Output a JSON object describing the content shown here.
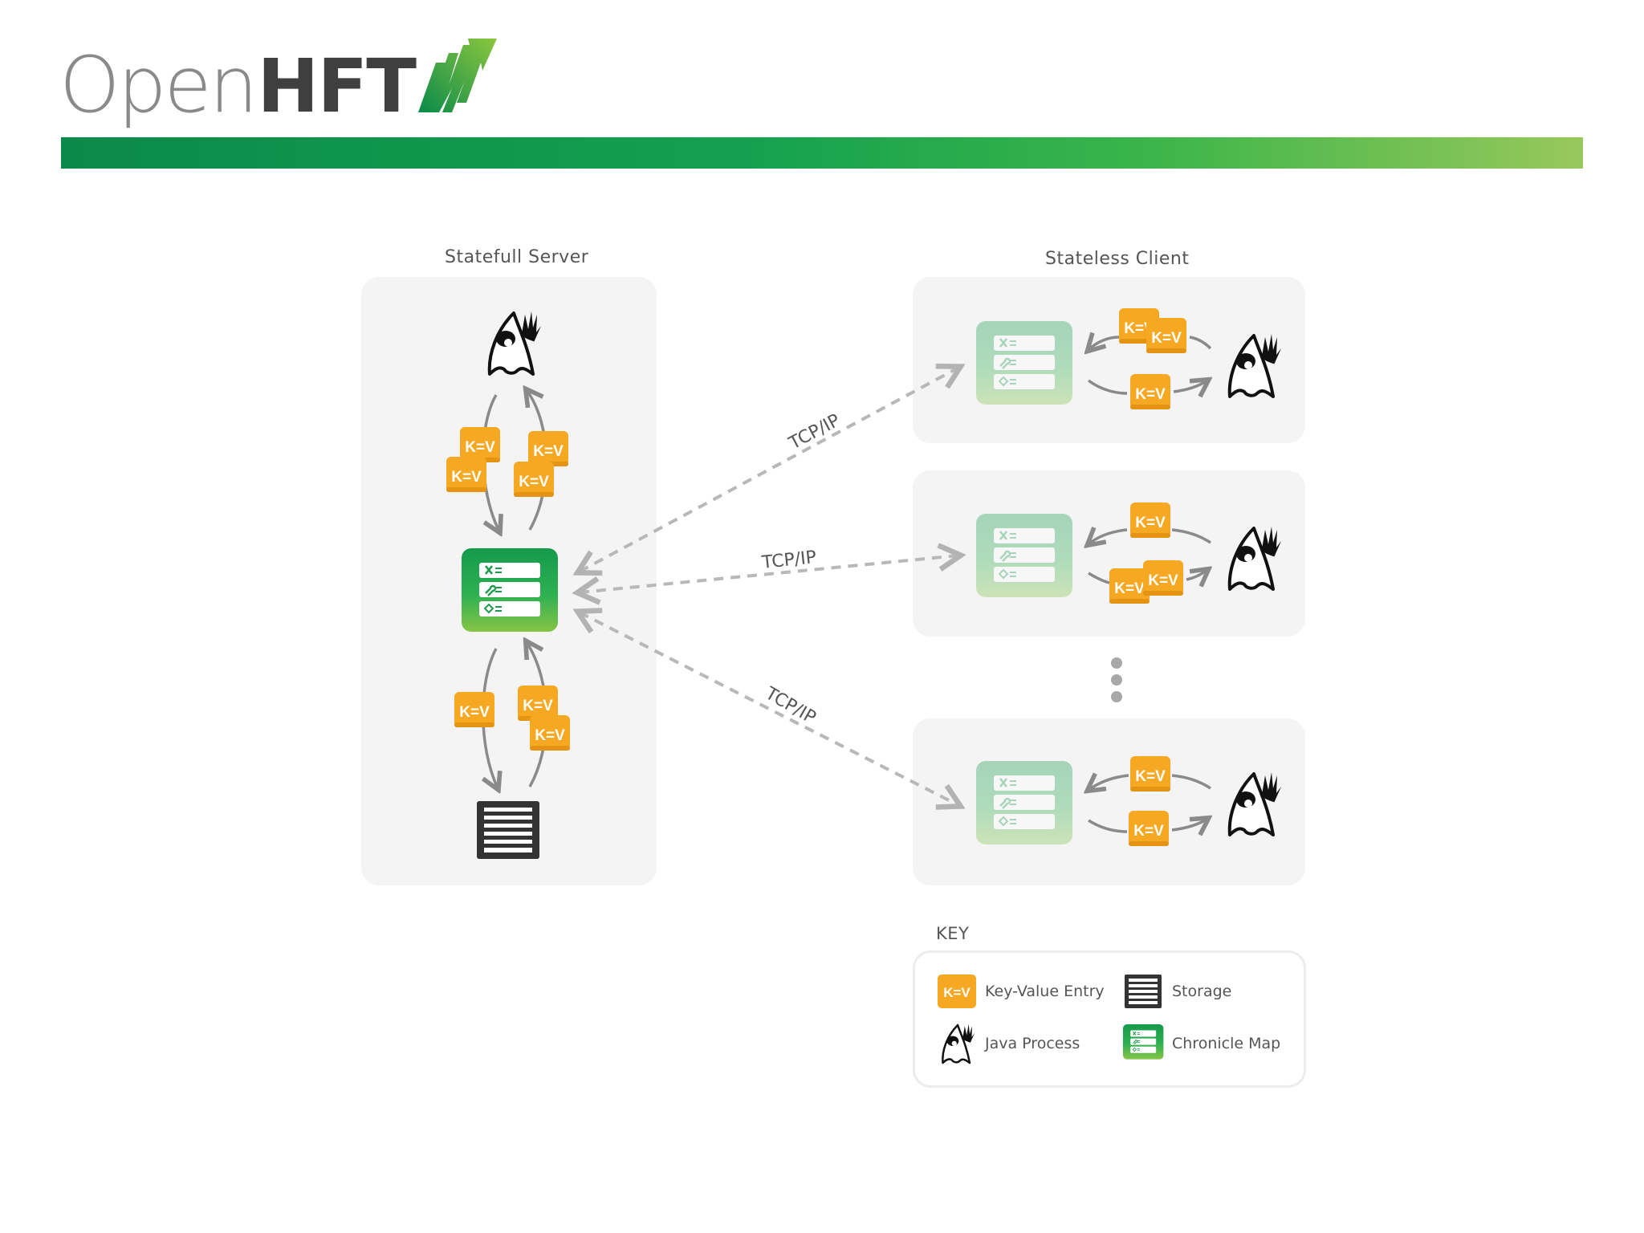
{
  "logo": {
    "open": "Open",
    "hft": "HFT"
  },
  "server": {
    "title": "Statefull Server"
  },
  "client": {
    "title": "Stateless Client"
  },
  "connections": {
    "label_top": "TCP/IP",
    "label_mid": "TCP/IP",
    "label_bot": "TCP/IP"
  },
  "kv_label": "K=V",
  "key": {
    "title": "KEY",
    "kv": "Key-Value Entry",
    "storage": "Storage",
    "java": "Java Process",
    "chronicle": "Chronicle Map"
  },
  "colors": {
    "kv_orange": "#f7a823",
    "map_green": "#1e9a4c",
    "panel_bg": "#f4f4f5",
    "arrow_gray": "#b8b8b8"
  },
  "icons": [
    "java-duke-icon",
    "chronicle-map-icon",
    "storage-icon",
    "kv-entry-icon",
    "logo-chart-icon"
  ]
}
